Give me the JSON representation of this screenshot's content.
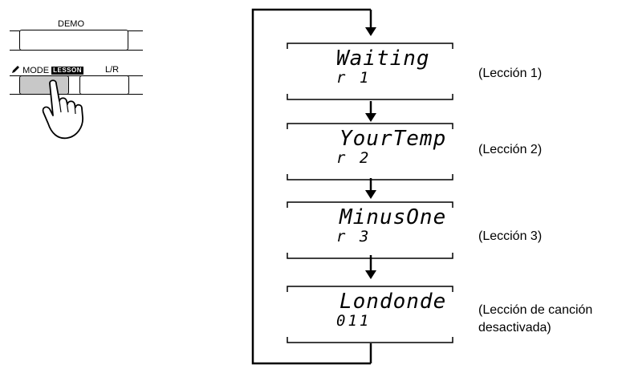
{
  "panel": {
    "demo_label": "DEMO",
    "mode_label": "MODE",
    "lesson_badge": "LESSON",
    "lr_label": "L/R",
    "icons": [
      "pencil-icon",
      "pressing-hand-icon"
    ]
  },
  "screens": [
    {
      "line1": "Waiting",
      "line2": "r 1",
      "caption": [
        "(Lección 1)"
      ]
    },
    {
      "line1": "YourTemp",
      "line2": "r 2",
      "caption": [
        "(Lección 2)"
      ]
    },
    {
      "line1": "MinusOne",
      "line2": "r 3",
      "caption": [
        "(Lección 3)"
      ]
    },
    {
      "line1": "Londonde",
      "line2": "011",
      "caption": [
        "(Lección de canción",
        "desactivada)"
      ]
    }
  ]
}
